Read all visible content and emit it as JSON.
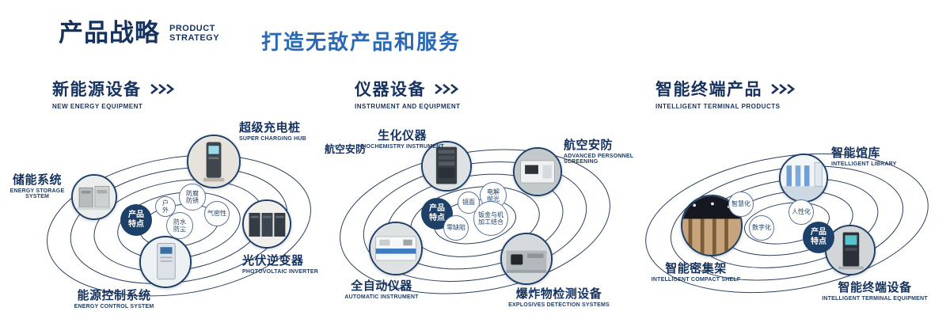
{
  "header": {
    "title_cn": "产品战略",
    "title_en1": "PRODUCT",
    "title_en2": "STRATEGY",
    "slogan": "打造无敌产品和服务"
  },
  "feature_badge": "产品特点",
  "colors": {
    "navy": "#16335f",
    "blue": "#2a6ab4",
    "orbit": "#2a3f60"
  },
  "sections": [
    {
      "title_cn": "新能源设备",
      "title_en": "NEW ENERGY EQUIPMENT",
      "items": [
        {
          "cn": "储能系统",
          "en": "ENERGY STORAGE SYSTEM"
        },
        {
          "cn": "超级充电桩",
          "en": "SUPER CHARGING HUB"
        },
        {
          "cn": "光伏逆变器",
          "en": "PHOTOVOLTAIC INVERTER"
        },
        {
          "cn": "能源控制系统",
          "en": "ENERGY CONTROL SYSTEM"
        }
      ],
      "features": [
        "户外",
        "防腐防锈",
        "气密性",
        "防水防尘"
      ]
    },
    {
      "title_cn": "仪器设备",
      "title_en": "INSTRUMENT AND EQUIPMENT",
      "side_label": "航空安防",
      "items": [
        {
          "cn": "生化仪器",
          "en": "BIOCHEMISTRY INSTRUMENT"
        },
        {
          "cn": "航空安防",
          "en": "ADVANCED PERSONNEL SCREENING"
        },
        {
          "cn": "全自动仪器",
          "en": "AUTOMATIC INSTRUMENT"
        },
        {
          "cn": "爆炸物检测设备",
          "en": "EXPLOSIVES DETECTION SYSTEMS"
        }
      ],
      "features": [
        "镜面",
        "电解抛光",
        "零缺陷",
        "钣金与机加工结合"
      ]
    },
    {
      "title_cn": "智能终端产品",
      "title_en": "INTELLIGENT TERMINAL PRODUCTS",
      "items": [
        {
          "cn": "智能馆库",
          "en": "INTELLIGENT LIBRARY"
        },
        {
          "cn": "智能密集架",
          "en": "INTELLIGENT COMPACT SHELF"
        },
        {
          "cn": "智能终端设备",
          "en": "INTELLIGENT TERMINAL EQUIPMENT"
        }
      ],
      "features": [
        "智慧化",
        "人性化",
        "数字化"
      ]
    }
  ]
}
